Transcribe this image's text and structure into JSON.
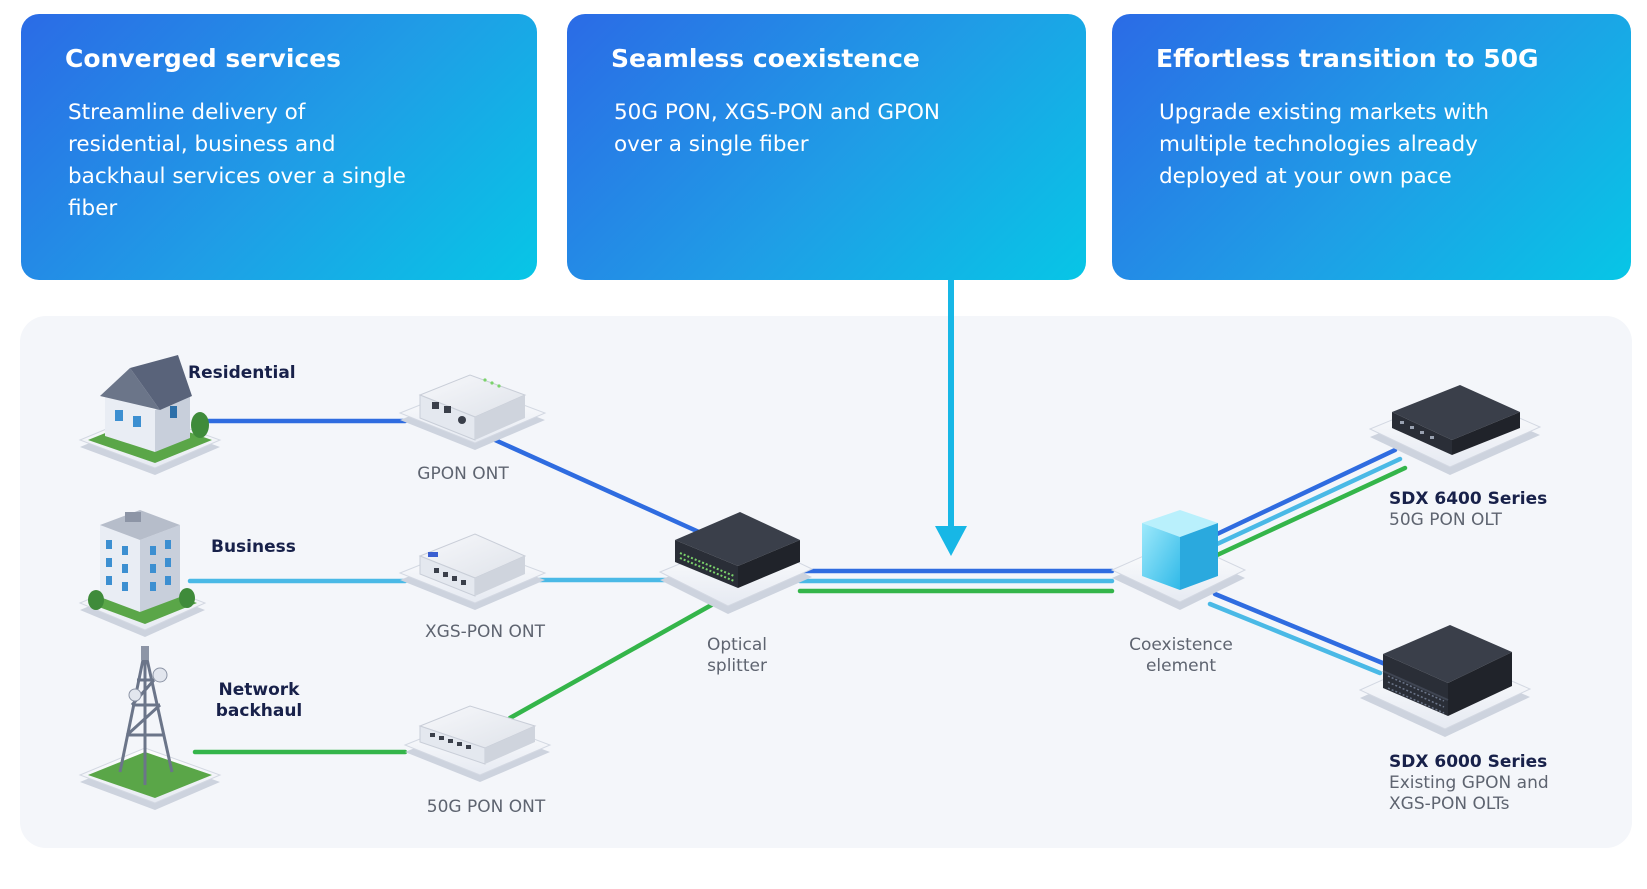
{
  "cards": [
    {
      "title": "Converged services",
      "text": "Streamline delivery of residential, business and backhaul services over a single fiber"
    },
    {
      "title": "Seamless coexistence",
      "text": "50G PON, XGS-PON and GPON over a single fiber"
    },
    {
      "title": "Effortless transition to 50G",
      "text": "Upgrade existing markets with multiple technologies already deployed at your own pace"
    }
  ],
  "sites": {
    "residential": "Residential",
    "business": "Business",
    "backhaul": "Network backhaul"
  },
  "onts": {
    "gpon": "GPON ONT",
    "xgs": "XGS-PON ONT",
    "g50": "50G PON ONT"
  },
  "splitter": "Optical splitter",
  "coexistence": "Coexistence element",
  "olts": [
    {
      "title": "SDX 6400 Series",
      "subtitle": "50G PON OLT"
    },
    {
      "title": "SDX 6000 Series",
      "subtitle": "Existing GPON and XGS-PON OLTs"
    }
  ],
  "colors": {
    "gpon": "#2f6ce0",
    "xgs": "#4ab9e6",
    "g50": "#34b54a",
    "arrow": "#17b7e6"
  }
}
